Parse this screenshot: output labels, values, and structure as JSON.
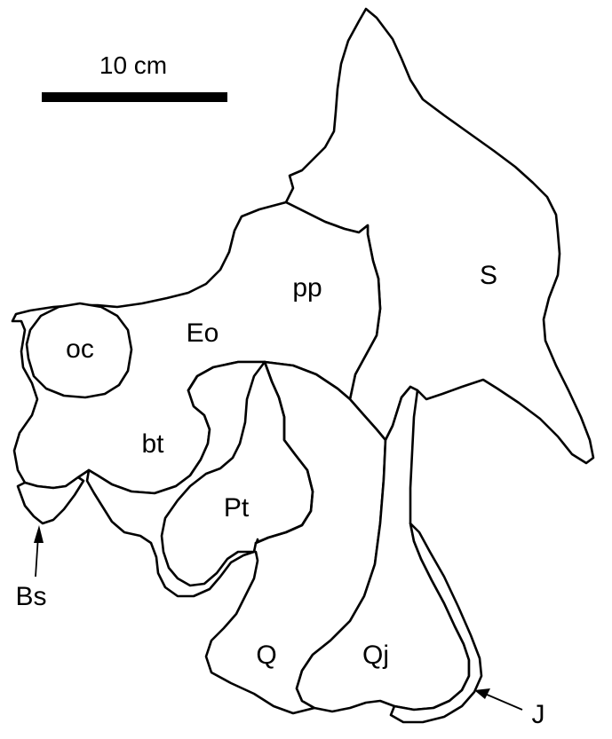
{
  "scale_bar": {
    "label": "10 cm"
  },
  "labels": {
    "oc": "oc",
    "eo": "Eo",
    "pp": "pp",
    "s": "S",
    "bt": "bt",
    "pt": "Pt",
    "q": "Q",
    "qj": "Qj",
    "bs": "Bs",
    "j": "J"
  }
}
